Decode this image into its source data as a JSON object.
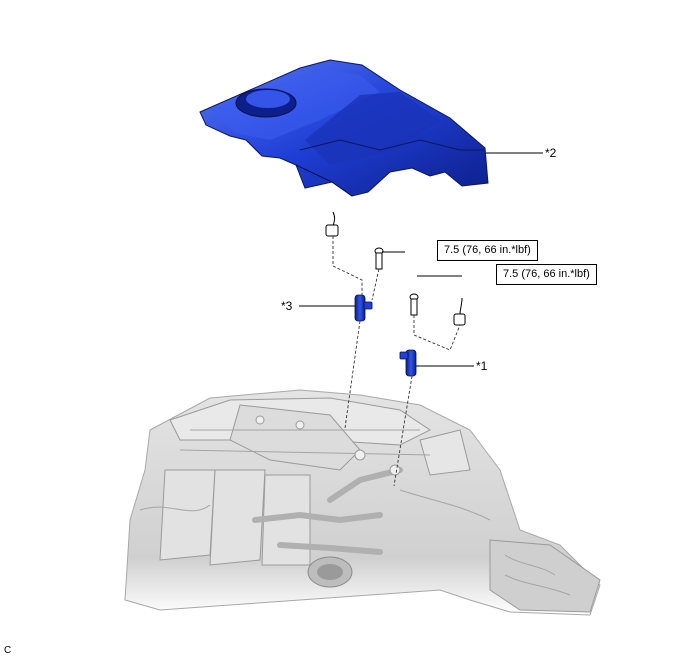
{
  "callouts": {
    "cover": "*2",
    "sensor_left": "*3",
    "sensor_right": "*1"
  },
  "torque": {
    "upper": "7.5 (76, 66 in.*lbf)",
    "lower": "7.5 (76, 66 in.*lbf)"
  },
  "corner_code": "C",
  "colors": {
    "part_blue": "#1f3fd6",
    "part_blue_dark": "#0d1f8a",
    "part_blue_light": "#4f6ff0",
    "engine_gray": "#d4d4d4",
    "engine_line": "#9a9a9a"
  }
}
